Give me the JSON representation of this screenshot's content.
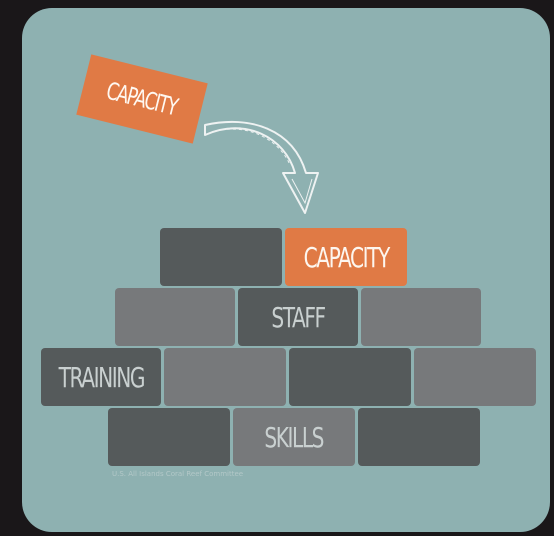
{
  "diagram": {
    "sticker_label": "CAPACITY",
    "bricks": {
      "top_right": "CAPACITY",
      "staff": "STAFF",
      "training": "TRAINING",
      "skills": "SKILLS"
    },
    "caption": "U.S. All Islands Coral Reef Committee",
    "colors": {
      "background": "#1a1719",
      "card": "#8eb1b1",
      "brick_dark": "#555a5b",
      "brick_light": "#77797b",
      "accent": "#e07a45"
    }
  }
}
